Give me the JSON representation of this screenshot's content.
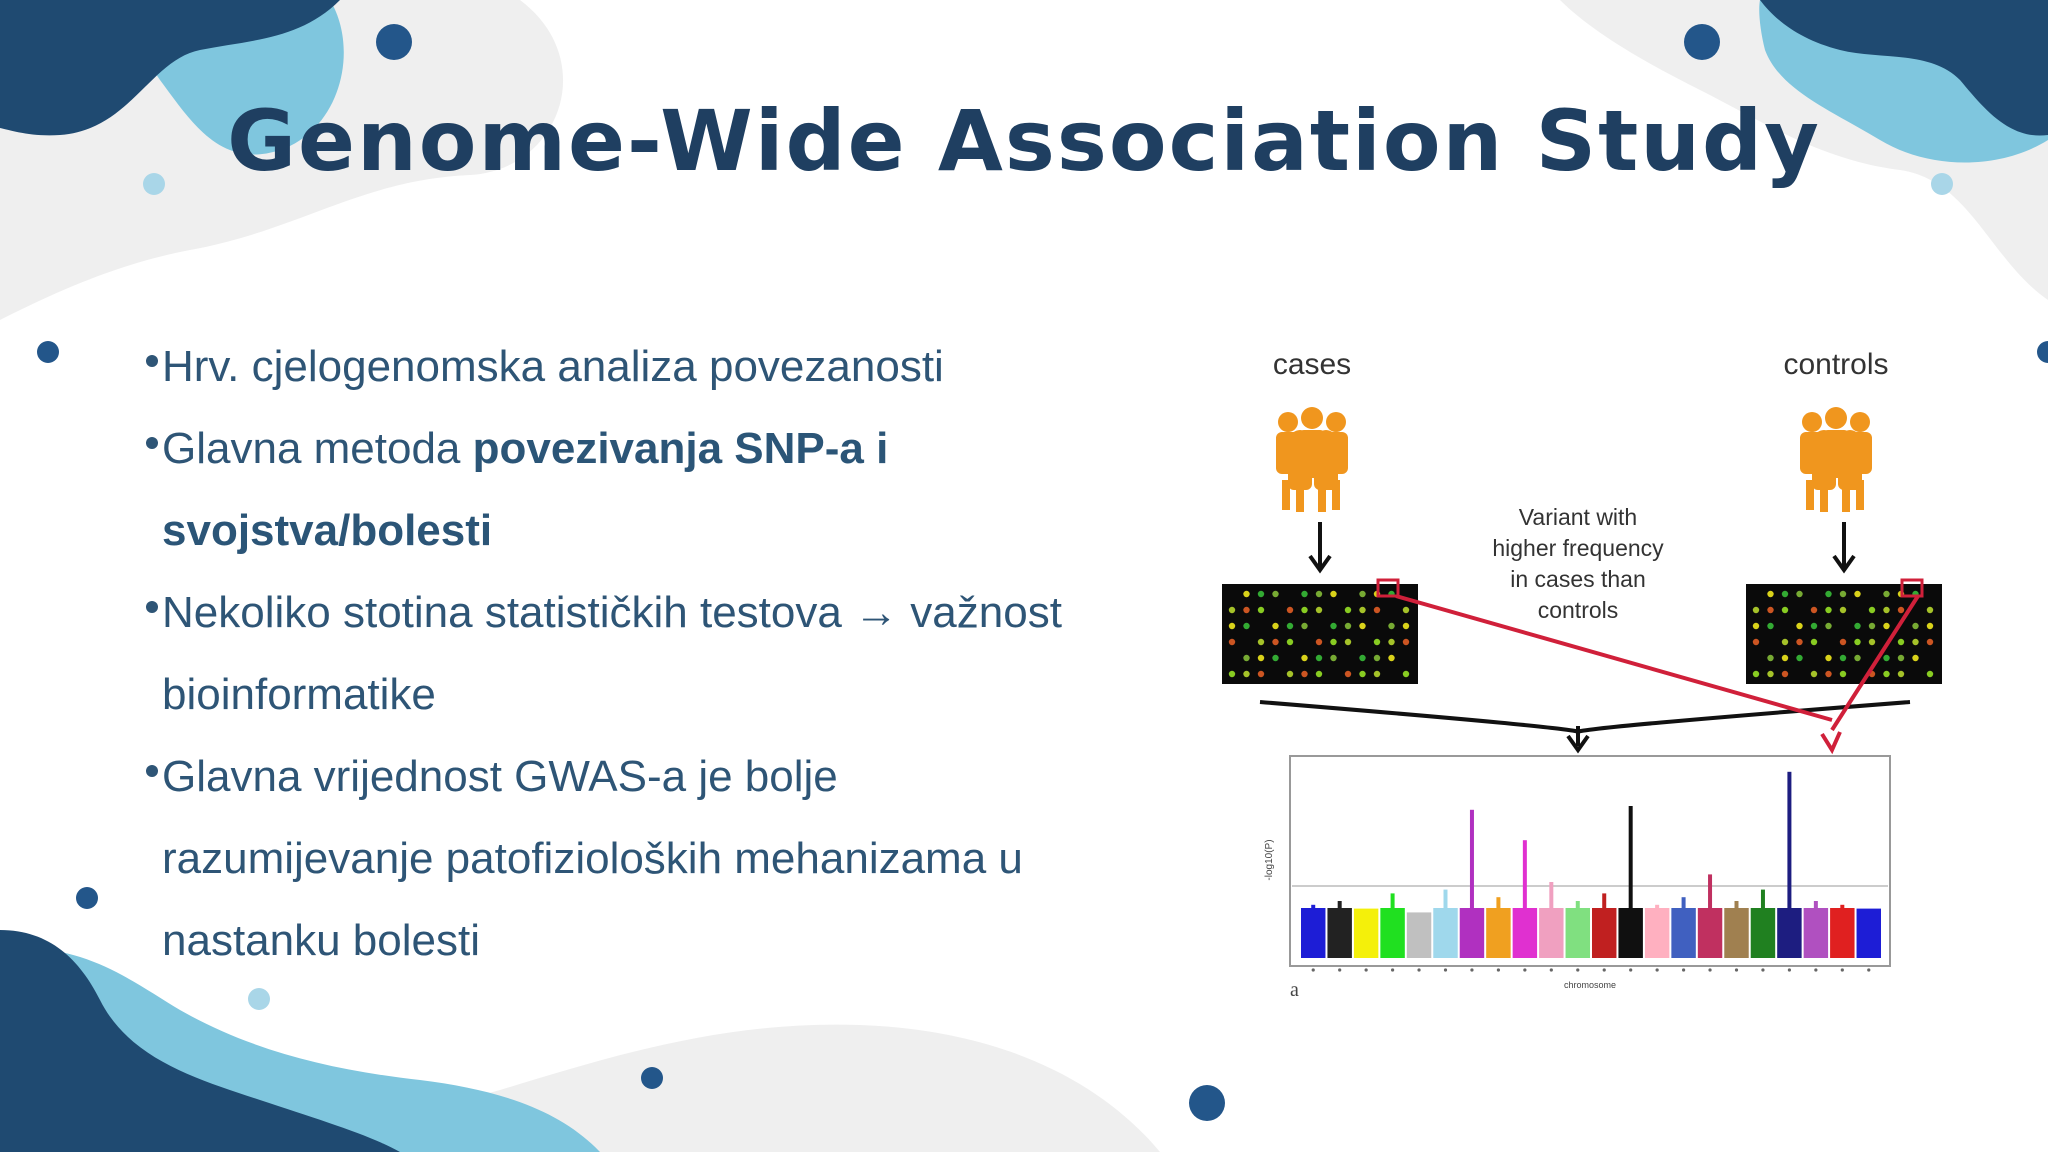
{
  "slide": {
    "title": "Genome-Wide Association Study",
    "bullets": [
      {
        "text": "Hrv. cjelogenomska analiza povezanosti"
      },
      {
        "prefix": "Glavna metoda ",
        "bold": "povezivanja SNP-a i svojstva/bolesti"
      },
      {
        "text": "Nekoliko stotina statističkih testova → važnost bioinformatike"
      },
      {
        "text": "Glavna vrijednost GWAS-a je bolje razumijevanje patofizioloških mehanizama u nastanku bolesti"
      }
    ],
    "lines": {
      "b1": "Hrv. cjelogenomska analiza povezanosti",
      "b2_prefix": "Glavna metoda ",
      "b2_bold_1": "povezivanja SNP-a i",
      "b2_bold_2": "svojstva/bolesti",
      "b3_1": "Nekoliko stotina statističkih testova → važnost",
      "b3_2": "bioinformatike",
      "b4_1": "Glavna vrijednost GWAS-a je bolje",
      "b4_2": "razumijevanje patofizioloških mehanizama u",
      "b4_3": "nastanku bolesti"
    }
  },
  "figure": {
    "cases_label": "cases",
    "controls_label": "controls",
    "note": [
      "Variant with",
      "higher frequency",
      "in cases than",
      "controls"
    ],
    "ylabel": "-log10(P)",
    "xlabel": "chromosome",
    "panel_letter": "a",
    "manhattan_series": [
      {
        "color": "#1d1dd6",
        "height": 0.28
      },
      {
        "color": "#222222",
        "height": 0.3
      },
      {
        "color": "#f4f00a",
        "height": 0.26
      },
      {
        "color": "#20e020",
        "height": 0.34
      },
      {
        "color": "#c0c0c0",
        "height": 0.24
      },
      {
        "color": "#9fd8ec",
        "height": 0.36
      },
      {
        "color": "#b030c0",
        "height": 0.78
      },
      {
        "color": "#f0a020",
        "height": 0.32
      },
      {
        "color": "#e030d0",
        "height": 0.62
      },
      {
        "color": "#f0a0c0",
        "height": 0.4
      },
      {
        "color": "#80e080",
        "height": 0.3
      },
      {
        "color": "#c02020",
        "height": 0.34
      },
      {
        "color": "#101010",
        "height": 0.8
      },
      {
        "color": "#ffb0c0",
        "height": 0.28
      },
      {
        "color": "#4060c0",
        "height": 0.32
      },
      {
        "color": "#c03060",
        "height": 0.44
      },
      {
        "color": "#a08050",
        "height": 0.3
      },
      {
        "color": "#208020",
        "height": 0.36
      },
      {
        "color": "#1d1d80",
        "height": 0.98
      },
      {
        "color": "#b050c0",
        "height": 0.3
      },
      {
        "color": "#e02020",
        "height": 0.28
      },
      {
        "color": "#1d1dd6",
        "height": 0.26
      }
    ],
    "colors": {
      "people": "#f0961e",
      "arrow_red": "#d0203a",
      "title_navy": "#1f3f61",
      "text_blue": "#2e5576"
    }
  }
}
